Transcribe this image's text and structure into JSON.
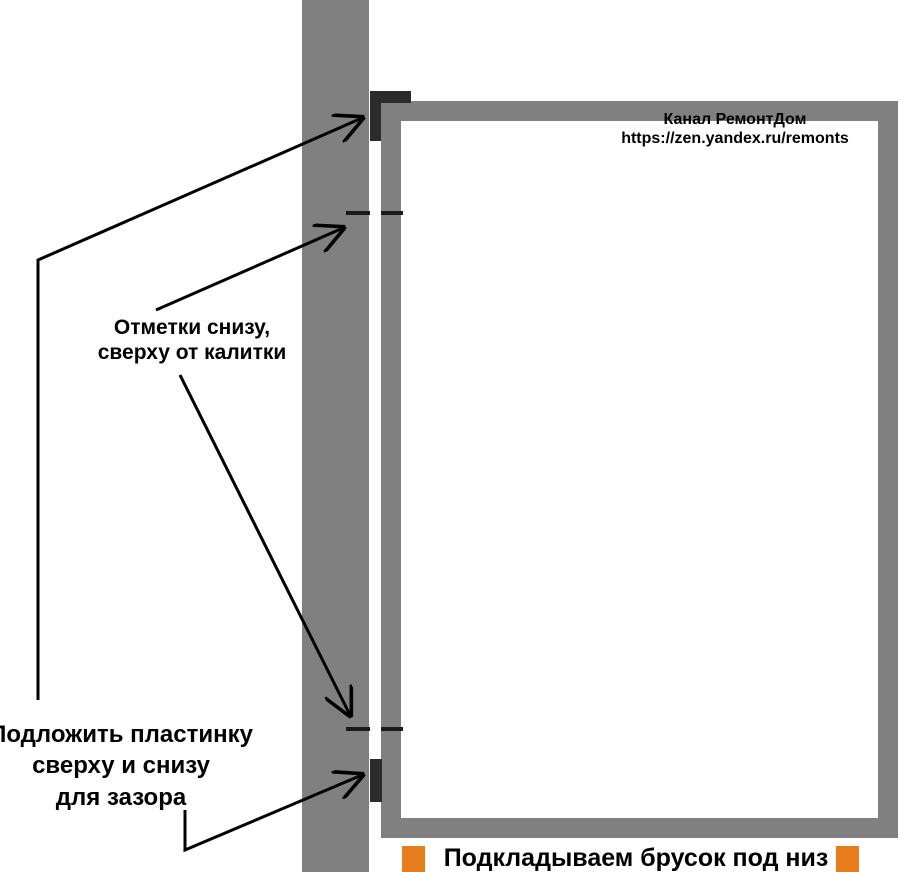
{
  "watermark": {
    "channel": "Канал РемонтДом",
    "url": "https://zen.yandex.ru/remonts"
  },
  "labels": {
    "marks_line1": "Отметки снизу,",
    "marks_line2": "сверху от калитки",
    "plate_line1": "Подложить пластинку",
    "plate_line2": "сверху и снизу",
    "plate_line3": "для зазора",
    "block_caption": "Подкладываем брусок под низ"
  },
  "colors": {
    "frame_gray": "#808080",
    "plate_black": "#2b2b2b",
    "block_orange": "#e87d1e",
    "background": "#ffffff"
  }
}
